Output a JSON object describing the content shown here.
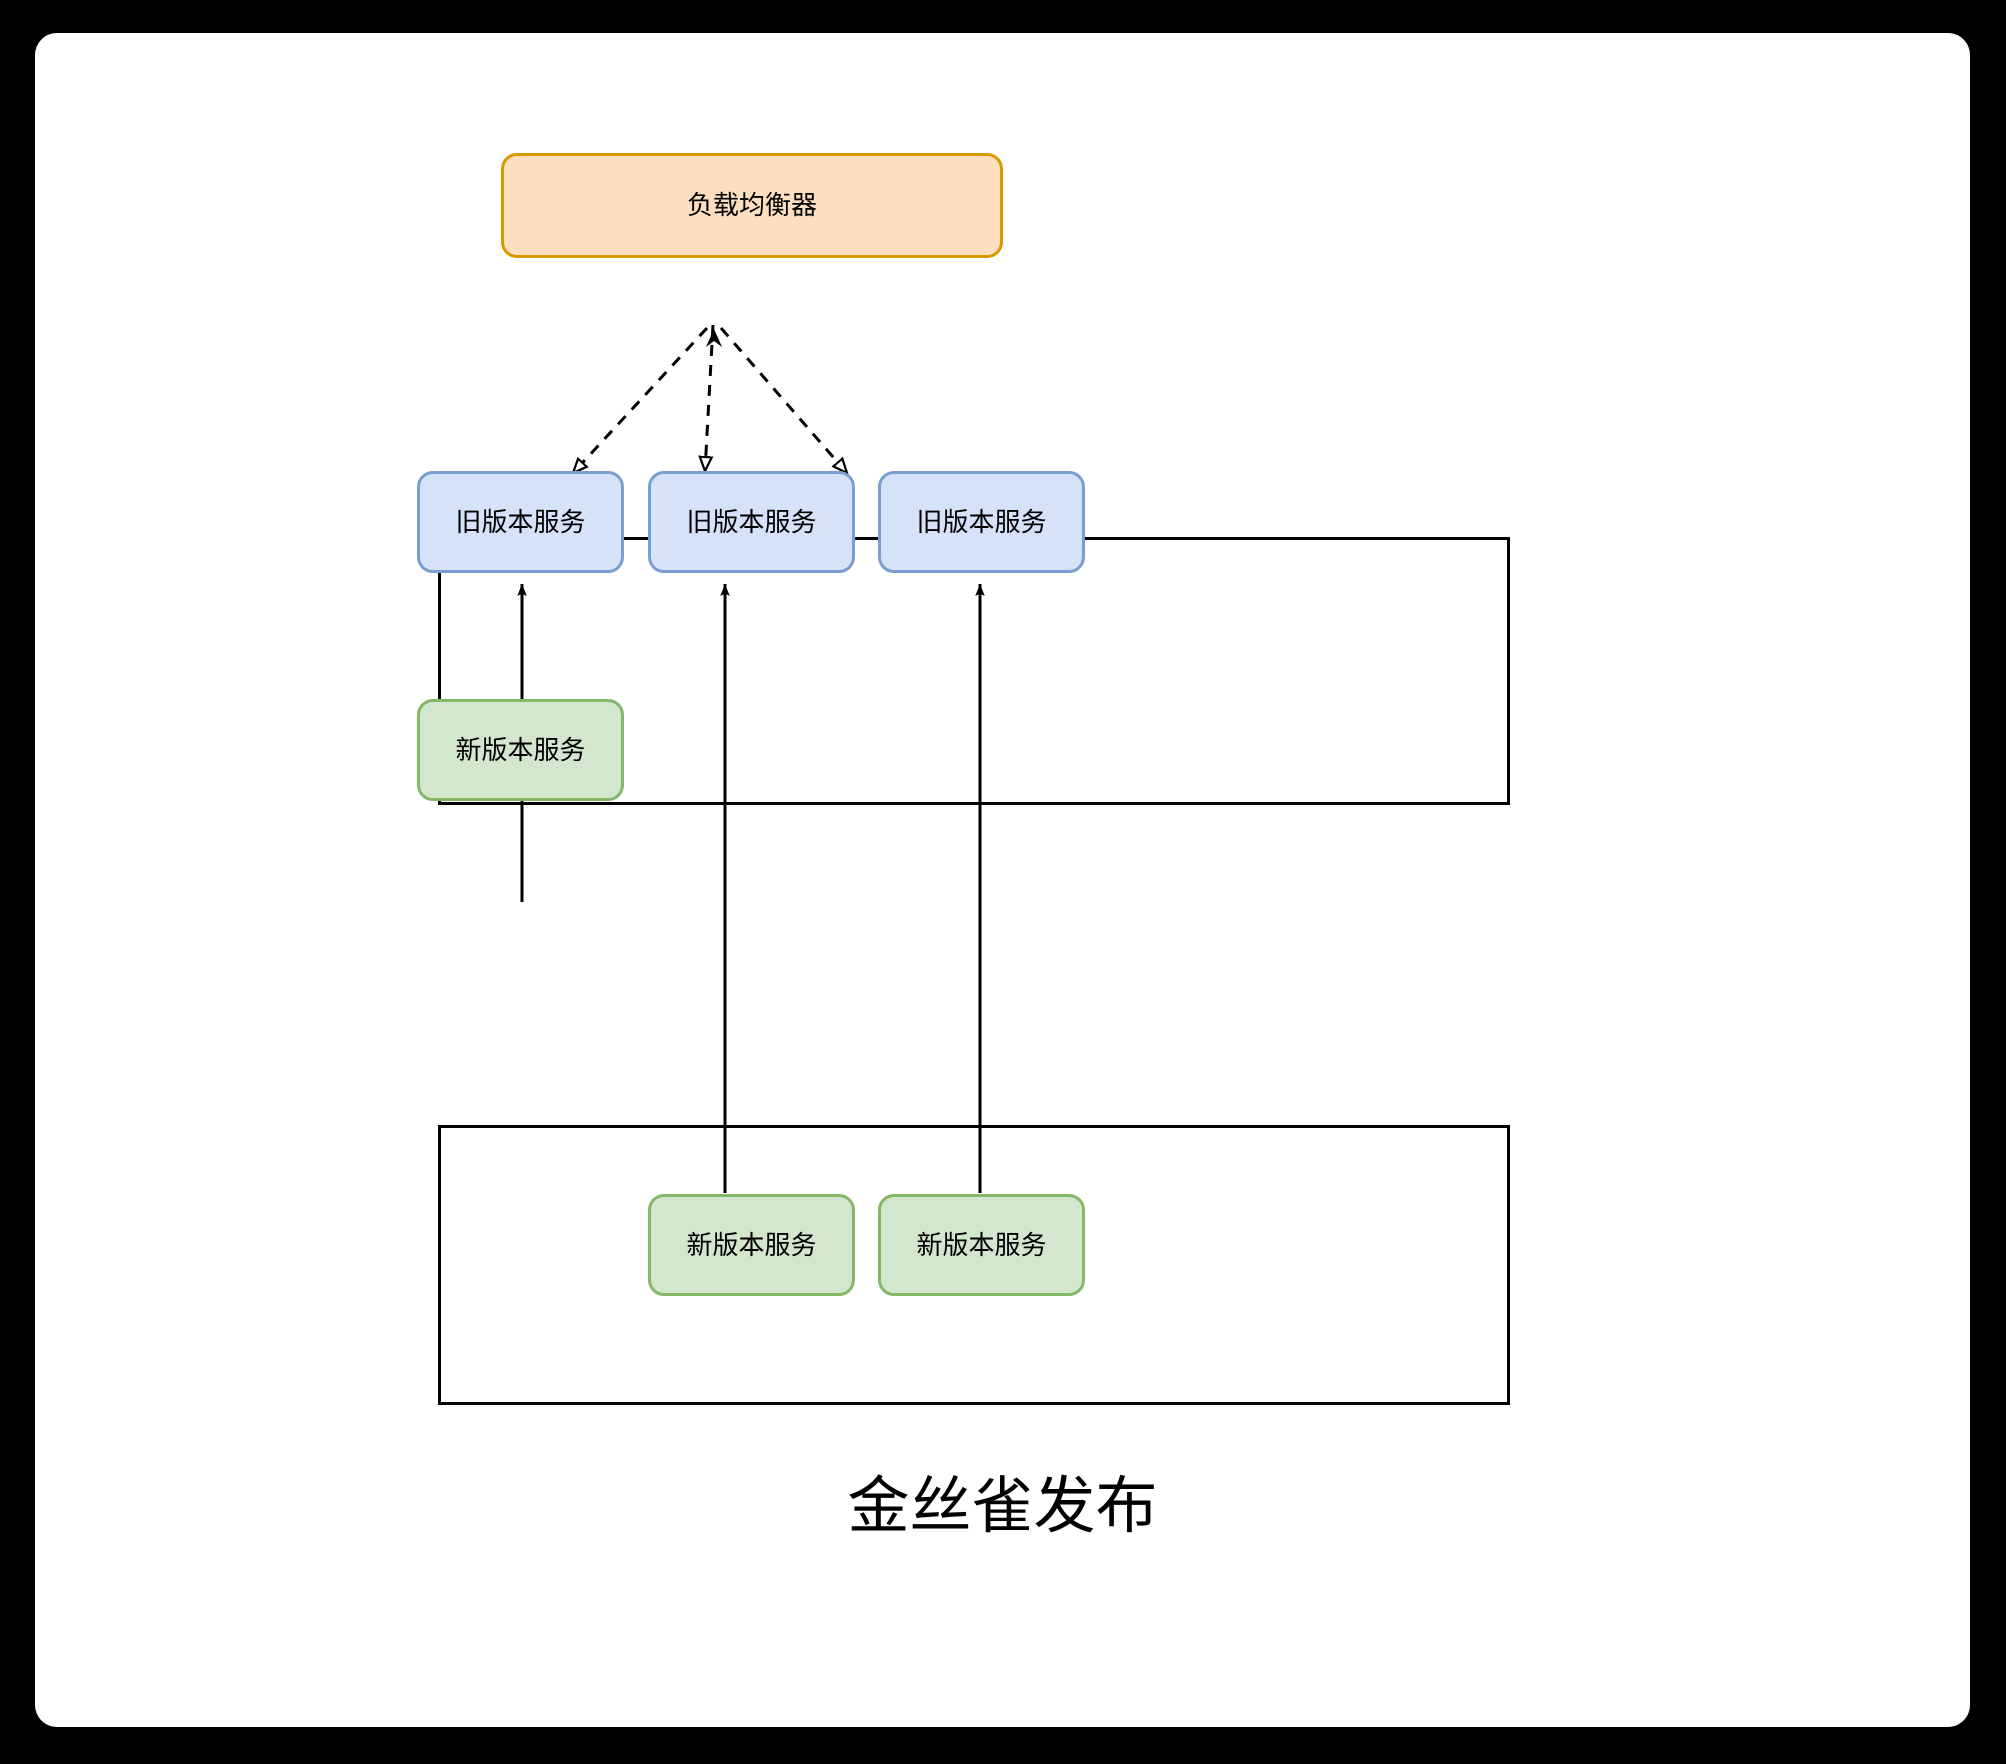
{
  "diagram": {
    "title": "金丝雀发布",
    "background_color": "#000000",
    "canvas_color": "#ffffff",
    "nodes": {
      "load_balancer": {
        "label": "负载均衡器",
        "fill": "#fbdfc0",
        "stroke": "#d79b00"
      },
      "old_service_1": {
        "label": "旧版本服务",
        "fill": "#d5e2f8",
        "stroke": "#7b9ed0"
      },
      "old_service_2": {
        "label": "旧版本服务",
        "fill": "#d5e2f8",
        "stroke": "#7b9ed0"
      },
      "old_service_3": {
        "label": "旧版本服务",
        "fill": "#d5e2f8",
        "stroke": "#7b9ed0"
      },
      "new_service_standalone": {
        "label": "新版本服务",
        "fill": "#d2e7ce",
        "stroke": "#84b767"
      },
      "new_service_1": {
        "label": "新版本服务",
        "fill": "#d2e7ce",
        "stroke": "#84b767"
      },
      "new_service_2": {
        "label": "新版本服务",
        "fill": "#d2e7ce",
        "stroke": "#84b767"
      }
    },
    "groups": {
      "old_version_group": {
        "label": "",
        "stroke": "#000000"
      },
      "new_version_group": {
        "label": "",
        "stroke": "#000000"
      }
    },
    "edges": [
      {
        "from": "old_service_1",
        "to": "load_balancer",
        "style": "dashed",
        "arrow": "hollow-triangle"
      },
      {
        "from": "old_service_2",
        "to": "load_balancer",
        "style": "dashed",
        "arrow": "hollow-triangle"
      },
      {
        "from": "old_service_3",
        "to": "load_balancer",
        "style": "dashed",
        "arrow": "hollow-triangle"
      },
      {
        "from": "new_service_standalone",
        "to": "old_service_1",
        "style": "solid",
        "arrow": "filled"
      },
      {
        "from": "new_service_1",
        "to": "old_service_2",
        "style": "solid",
        "arrow": "filled"
      },
      {
        "from": "new_service_2",
        "to": "old_service_3",
        "style": "solid",
        "arrow": "filled"
      }
    ]
  }
}
